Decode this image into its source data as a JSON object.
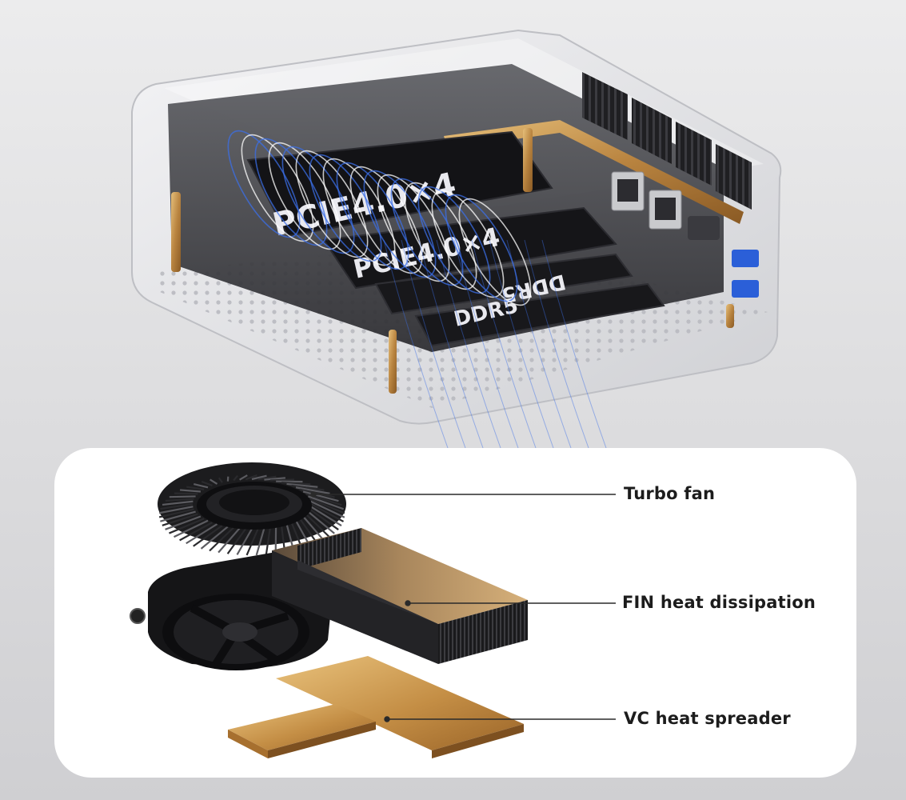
{
  "device": {
    "silkscreen": [
      "PCIE4.0×4",
      "PCIE4.0×4",
      "DDR5",
      "DDR5"
    ]
  },
  "components": [
    {
      "id": "turbo-fan",
      "label": "Turbo fan"
    },
    {
      "id": "fin-heat-dissipation",
      "label": "FIN heat dissipation"
    },
    {
      "id": "vc-heat-spreader",
      "label": "VC heat spreader"
    }
  ],
  "colors": {
    "background": "#dcdcde",
    "panel": "#ffffff",
    "airflow": "#3b6fe8",
    "copper": "#c89a52",
    "heatsink": "#1e1e20",
    "label": "#1c1c1c"
  }
}
